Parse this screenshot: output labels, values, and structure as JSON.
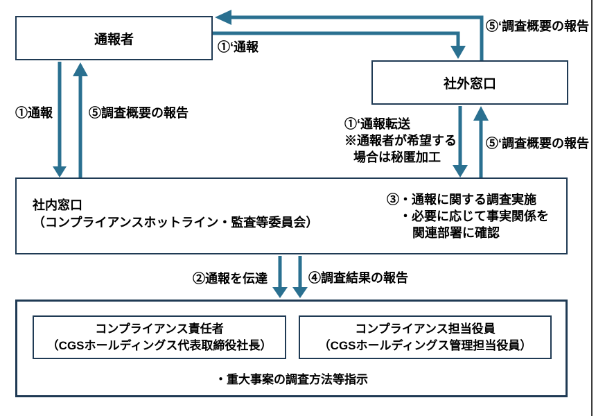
{
  "colors": {
    "arrow": "#2A7090",
    "border": "#1F3A54",
    "text": "#000000",
    "page_edge": "#3D3D3D",
    "background": "#FFFFFF"
  },
  "nodes": {
    "reporter": {
      "label": "通報者"
    },
    "external": {
      "label": "社外窓口"
    },
    "internal": {
      "line1": "社内窓口",
      "line2": "（コンプライアンスホットライン・監査等委員会）",
      "note_line1": "③・通報に関する調査実施",
      "note_line2": "・必要に応じて事実関係を",
      "note_line3": "関連部署に確認"
    },
    "officer_left": {
      "line1": "コンプライアンス責任者",
      "line2": "（CGSホールディングス代表取締役社長）"
    },
    "officer_right": {
      "line1": "コンプライアンス担当役員",
      "line2": "（CGSホールディングス管理担当役員）"
    },
    "officers_note": "・重大事案の調査方法等指示"
  },
  "edge_labels": {
    "report1": "①通報",
    "summary5": "⑤調査概要の報告",
    "report1_dash": "①‘通報",
    "summary5_dash_top": "⑤‘調査概要の報告",
    "forward1_dash_line1": "①‘通報転送",
    "forward1_dash_line2": "※通報者が希望する",
    "forward1_dash_line3": "場合は秘匿加工",
    "summary5_dash_mid": "⑤‘調査概要の報告",
    "convey2": "②通報を伝達",
    "result4": "④調査結果の報告"
  }
}
